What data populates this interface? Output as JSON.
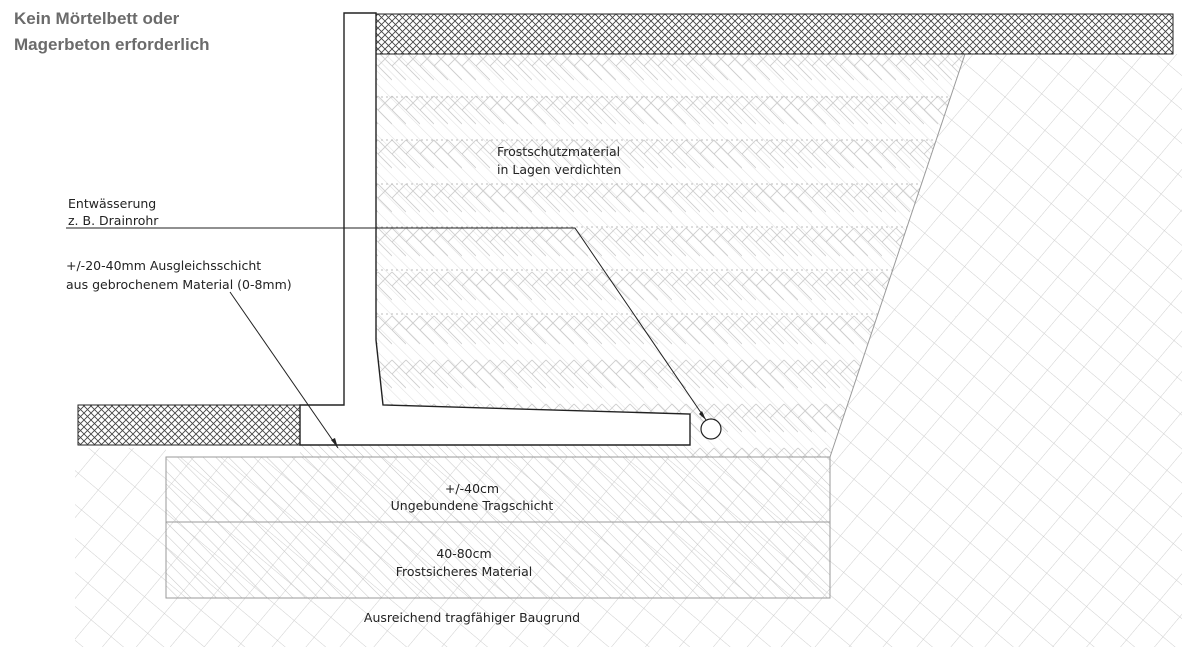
{
  "heading": {
    "line1": "Kein Mörtelbett oder",
    "line2": "Magerbeton erforderlich"
  },
  "labels": {
    "frost_line1": "Frostschutzmaterial",
    "frost_line2": "in Lagen verdichten",
    "drain_line1": "Entwässerung",
    "drain_line2": "z. B. Drainrohr",
    "level_line1": "+/-20-40mm Ausgleichsschicht",
    "level_line2": "aus gebrochenem Material (0-8mm)",
    "base_line1": "+/-40cm",
    "base_line2": "Ungebundene Tragschicht",
    "frostsafe_line1": "40-80cm",
    "frostsafe_line2": "Frostsicheres Material",
    "ground": "Ausreichend tragfähiger Baugrund"
  },
  "colors": {
    "line": "#222222",
    "hatch": "#c8c8c8",
    "crosshatch": "#444444",
    "heading": "#6b6b6b"
  }
}
